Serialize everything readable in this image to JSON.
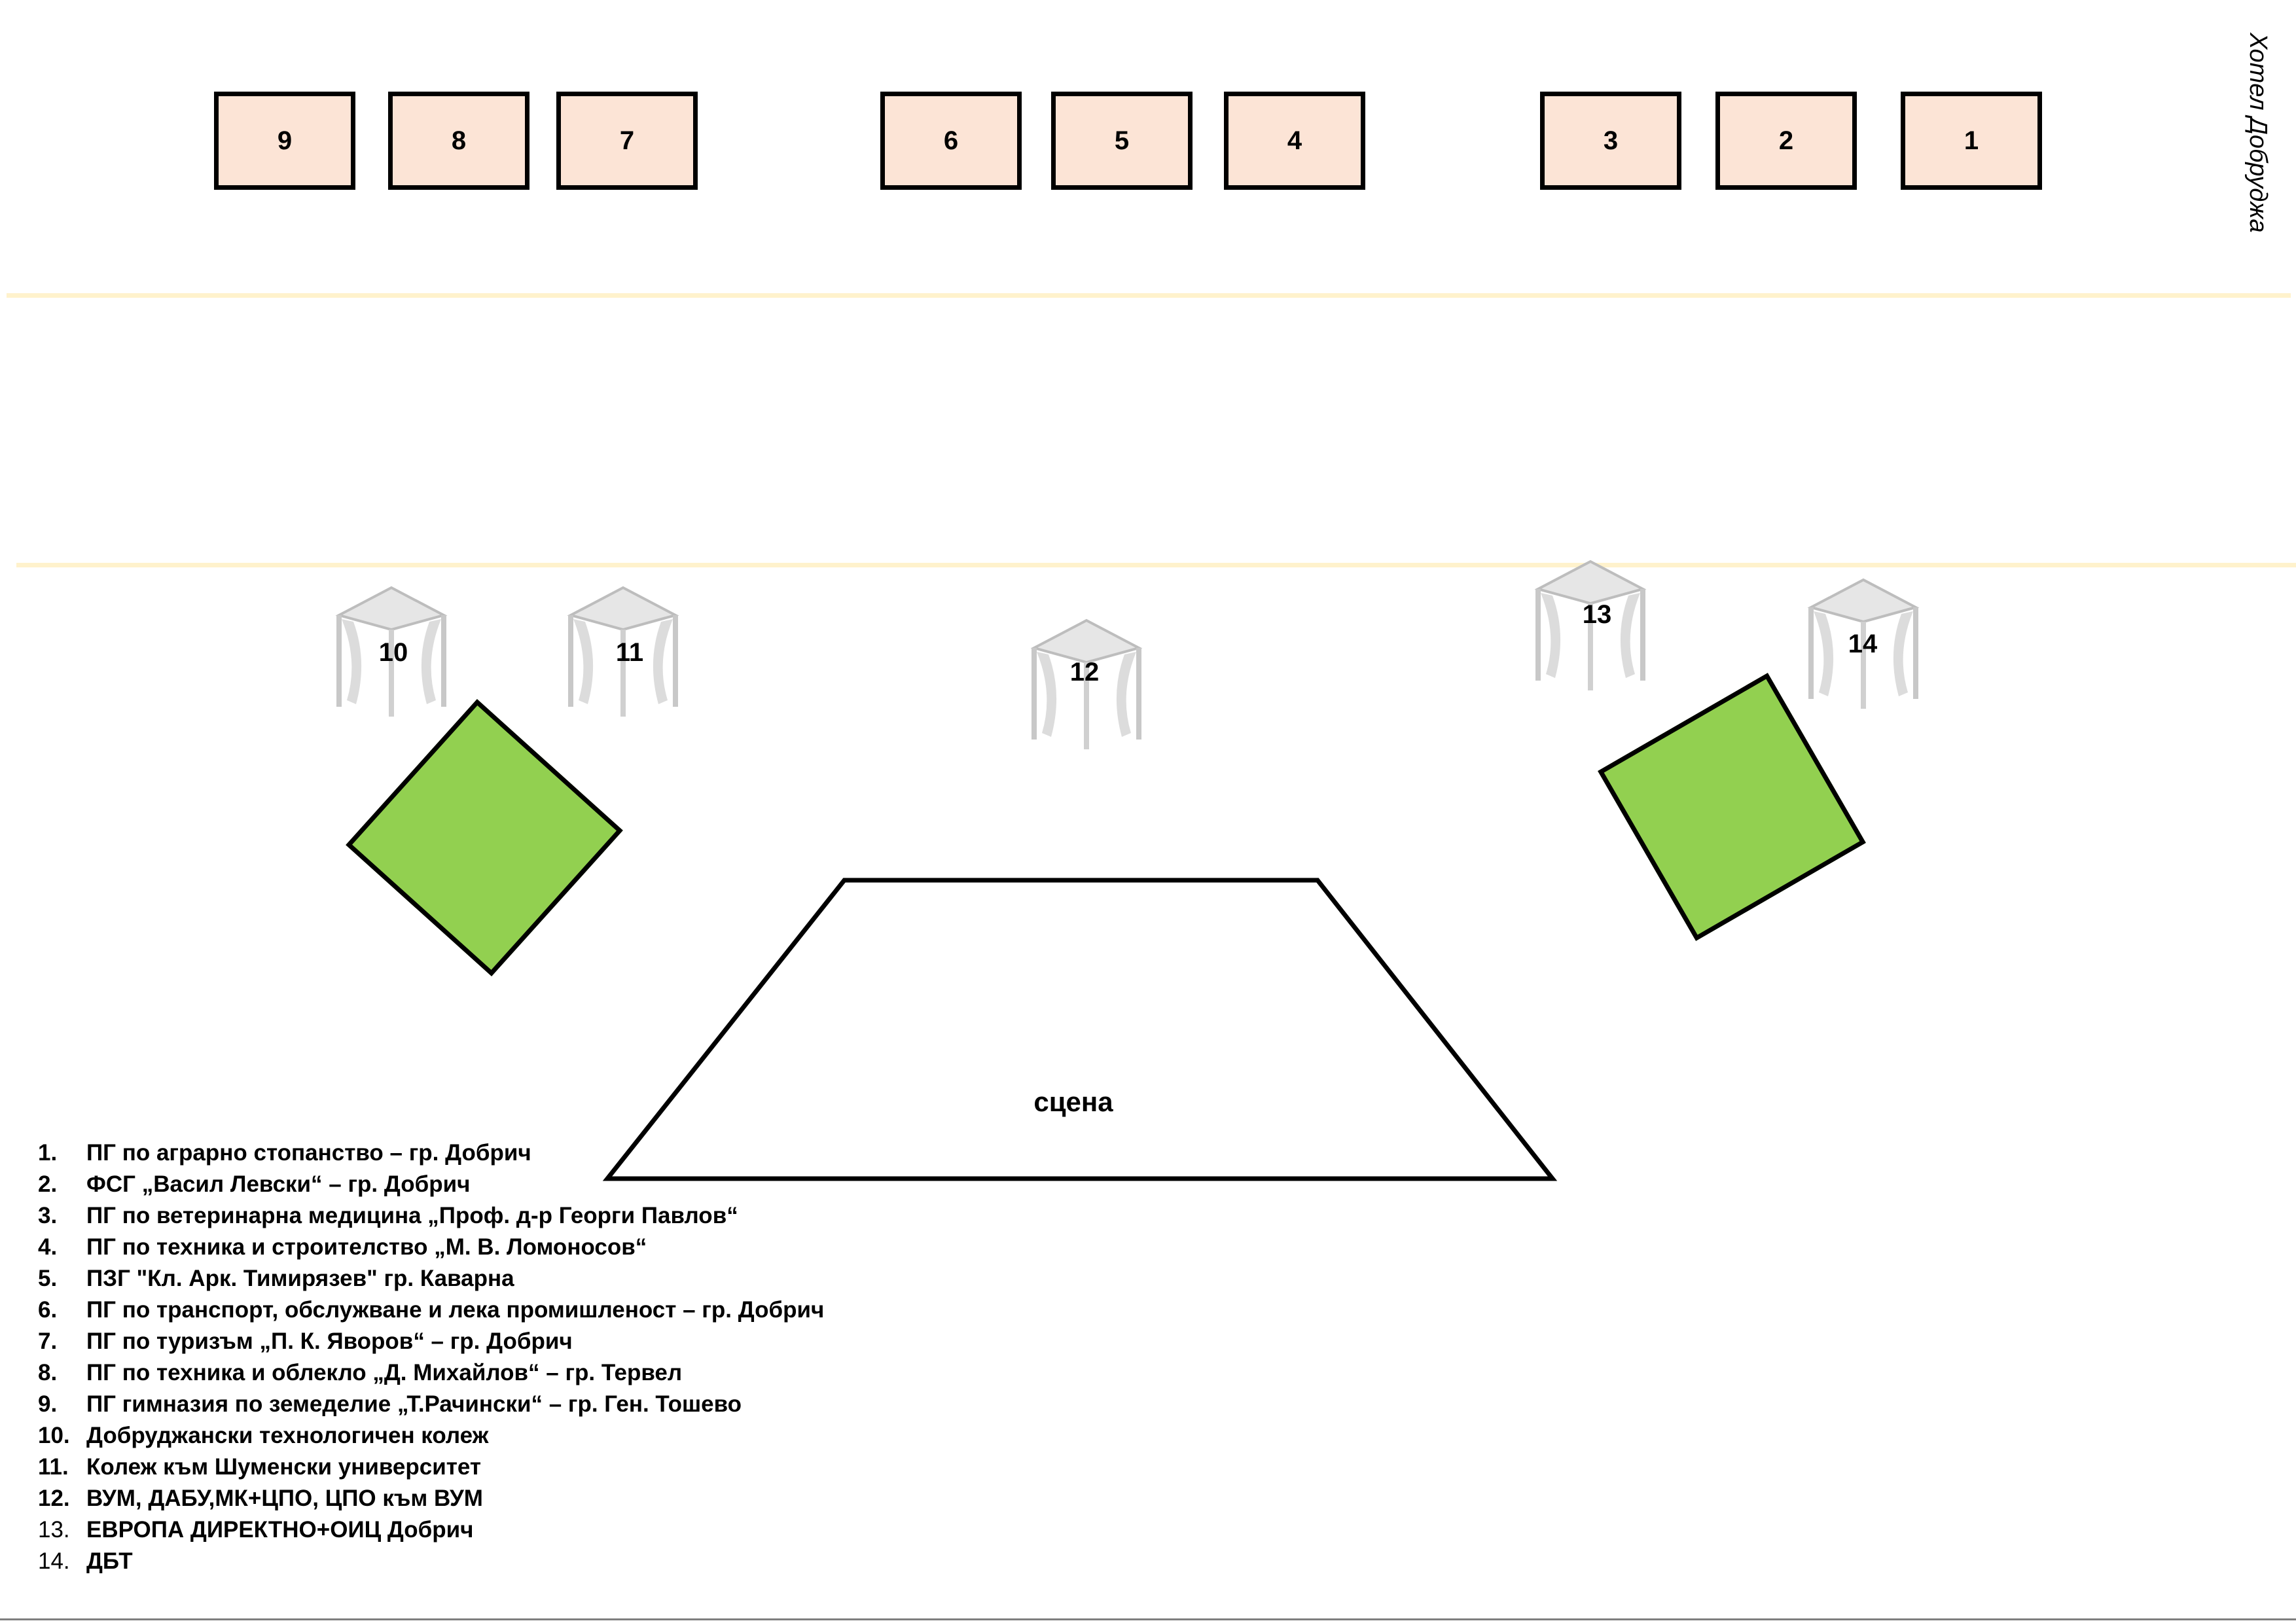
{
  "stands": [
    {
      "number": "9"
    },
    {
      "number": "8"
    },
    {
      "number": "7"
    },
    {
      "number": "6"
    },
    {
      "number": "5"
    },
    {
      "number": "4"
    },
    {
      "number": "3"
    },
    {
      "number": "2"
    },
    {
      "number": "1"
    }
  ],
  "hotel_label": "Хотел Добруджа",
  "tents": [
    {
      "number": "10"
    },
    {
      "number": "11"
    },
    {
      "number": "12"
    },
    {
      "number": "13"
    },
    {
      "number": "14"
    }
  ],
  "stage_label": "сцена",
  "colors": {
    "stand_fill": "#fce4d6",
    "green_area": "#92d050",
    "road": "#fff2cc"
  },
  "legend": [
    {
      "num": "1.",
      "text": "ПГ по аграрно стопанство – гр. Добрич"
    },
    {
      "num": "2.",
      "text": "ФСГ „Васил Левски“ – гр. Добрич"
    },
    {
      "num": "3.",
      "text": "ПГ по ветеринарна медицина „Проф. д-р Георги Павлов“"
    },
    {
      "num": "4.",
      "text": "ПГ по техника и строителство „М. В. Ломоносов“"
    },
    {
      "num": "5.",
      "text": "ПЗГ \"Кл. Арк. Тимирязев\" гр. Каварна"
    },
    {
      "num": "6.",
      "text": "ПГ по транспорт, обслужване и лека промишленост – гр. Добрич"
    },
    {
      "num": "7.",
      "text": "ПГ по туризъм „П. К. Яворов“ – гр. Добрич"
    },
    {
      "num": "8.",
      "text": "ПГ по техника и облекло „Д. Михайлов“ – гр. Тервел"
    },
    {
      "num": "9.",
      "text": "ПГ гимназия по земеделие „Т.Рачински“ – гр. Ген. Тошево"
    },
    {
      "num": "10.",
      "text": "Добруджански технологичен колеж"
    },
    {
      "num": "11.",
      "text": "Колеж към Шуменски университет"
    },
    {
      "num": "12.",
      "text": "ВУМ, ДАБУ,МК+ЦПО, ЦПО към ВУМ"
    },
    {
      "num": "13.",
      "text": "ЕВРОПА ДИРЕКТНО+ОИЦ Добрич"
    },
    {
      "num": "14.",
      "text": "ДБТ"
    }
  ]
}
